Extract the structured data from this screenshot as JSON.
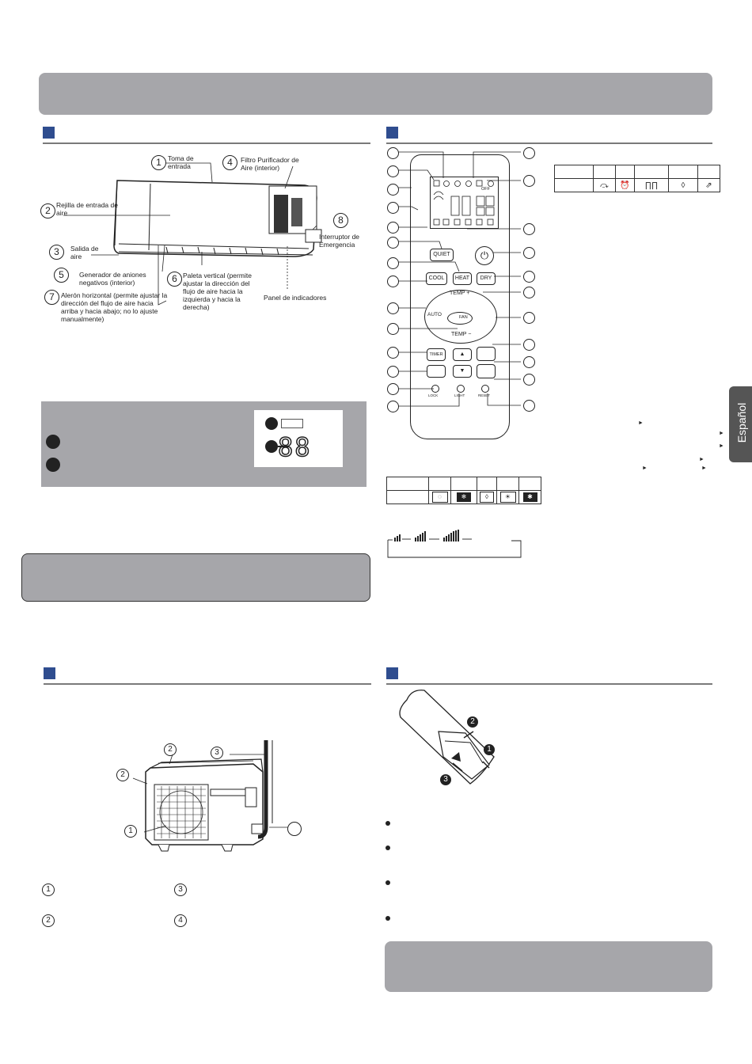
{
  "side_tab": {
    "label": "Español"
  },
  "indoor_unit": {
    "labels": {
      "l1": "Toma de entrada",
      "l2": "Rejilla de entrada de aire",
      "l3": "Salida de aire",
      "l4": "Filtro Purificador de Aire (interior)",
      "l5": "Generador de aniones negativos (interior)",
      "l6": "Paleta vertical (permite ajustar la dirección del flujo de aire hacia la izquierda y hacia la derecha)",
      "l7": "Alerón horizontal (permite ajustar la dirección del flujo de aire hacia arriba y hacia abajo; no lo ajuste manualmente)",
      "l8": "Interruptor de Emergencia",
      "panel": "Panel de indicadores"
    },
    "numbers": [
      "1",
      "2",
      "3",
      "4",
      "5",
      "6",
      "7",
      "8"
    ],
    "display_digits": "88"
  },
  "remote": {
    "buttons": {
      "quiet": "QUIET",
      "cool": "COOL",
      "heat": "HEAT",
      "dry": "DRY",
      "temp_up": "TEMP +",
      "temp_down": "TEMP −",
      "auto": "AUTO",
      "fan": "FAN",
      "timer": "TIMER",
      "lock": "LOCK",
      "light": "LIGHT",
      "reset": "RESET"
    },
    "lcd": {
      "off": "OFF"
    }
  },
  "fan_speed": {
    "arrows": "→"
  },
  "outdoor_unit": {
    "numbers": [
      "1",
      "2",
      "3",
      "4"
    ]
  },
  "battery": {
    "steps": [
      "1",
      "2",
      "3"
    ]
  },
  "colors": {
    "banner": "#a6a6aa",
    "section_square": "#2f4d8f"
  }
}
